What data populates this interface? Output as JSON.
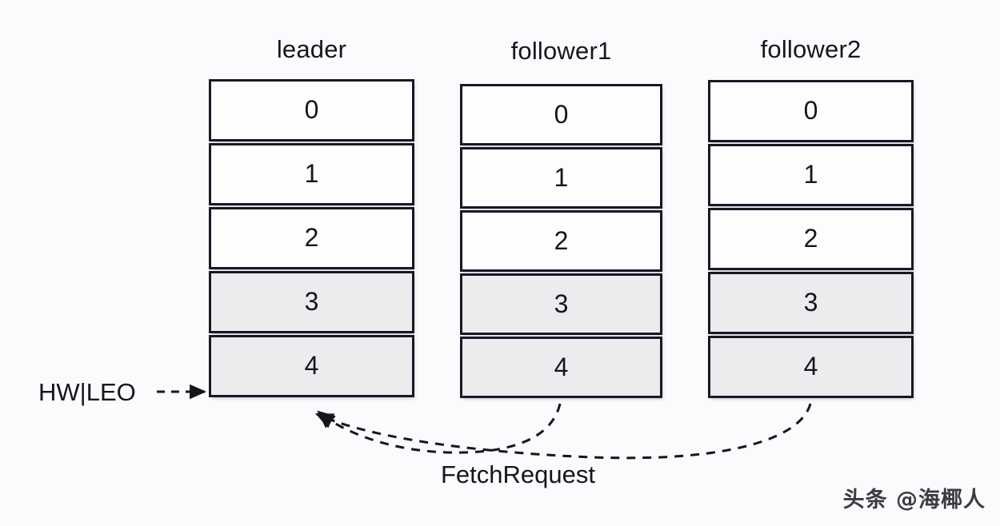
{
  "diagram": {
    "title_note": "Kafka replica log HW/LEO and FetchRequest diagram",
    "background_color": "#fbfbfd",
    "cell_border_color": "#1a1726",
    "committed_cell_color": "#ececef",
    "uncommitted_cell_color": "#fdfdfe",
    "text_color": "#15151b"
  },
  "replicas": [
    {
      "name": "leader",
      "label": "leader",
      "cells": [
        {
          "value": "0",
          "state": "uncommitted"
        },
        {
          "value": "1",
          "state": "uncommitted"
        },
        {
          "value": "2",
          "state": "uncommitted"
        },
        {
          "value": "3",
          "state": "committed"
        },
        {
          "value": "4",
          "state": "committed"
        }
      ]
    },
    {
      "name": "follower1",
      "label": "follower1",
      "cells": [
        {
          "value": "0",
          "state": "uncommitted"
        },
        {
          "value": "1",
          "state": "uncommitted"
        },
        {
          "value": "2",
          "state": "uncommitted"
        },
        {
          "value": "3",
          "state": "committed"
        },
        {
          "value": "4",
          "state": "committed"
        }
      ]
    },
    {
      "name": "follower2",
      "label": "follower2",
      "cells": [
        {
          "value": "0",
          "state": "uncommitted"
        },
        {
          "value": "1",
          "state": "uncommitted"
        },
        {
          "value": "2",
          "state": "uncommitted"
        },
        {
          "value": "3",
          "state": "committed"
        },
        {
          "value": "4",
          "state": "committed"
        }
      ]
    }
  ],
  "annotations": {
    "hw_leo": "HW|LEO",
    "fetch_request": "FetchRequest"
  },
  "watermark": {
    "text": "头条 @海椰人"
  }
}
